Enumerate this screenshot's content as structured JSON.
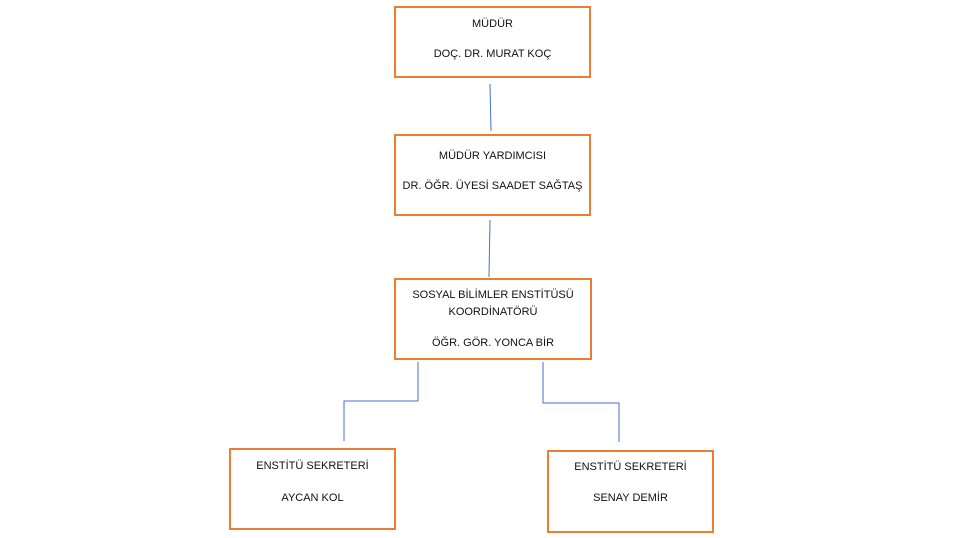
{
  "colors": {
    "box_border": "#ED7D31",
    "connector": "#4472C4"
  },
  "nodes": {
    "director": {
      "title": "MÜDÜR",
      "name": "DOÇ. DR. MURAT  KOÇ"
    },
    "deputy": {
      "title": "MÜDÜR  YARDIMCISI",
      "name": "DR. ÖĞR. ÜYESİ SAADET SAĞTAŞ"
    },
    "coordinator": {
      "title_line1": "SOSYAL BİLİMLER ENSTİTÜSÜ",
      "title_line2": "KOORDİNATÖRÜ",
      "name": "ÖĞR. GÖR. YONCA BİR"
    },
    "secretary_left": {
      "title": "ENSTİTÜ  SEKRETERİ",
      "name": "AYCAN KOL"
    },
    "secretary_right": {
      "title": "ENSTİTÜ  SEKRETERİ",
      "name": "SENAY DEMİR"
    }
  }
}
